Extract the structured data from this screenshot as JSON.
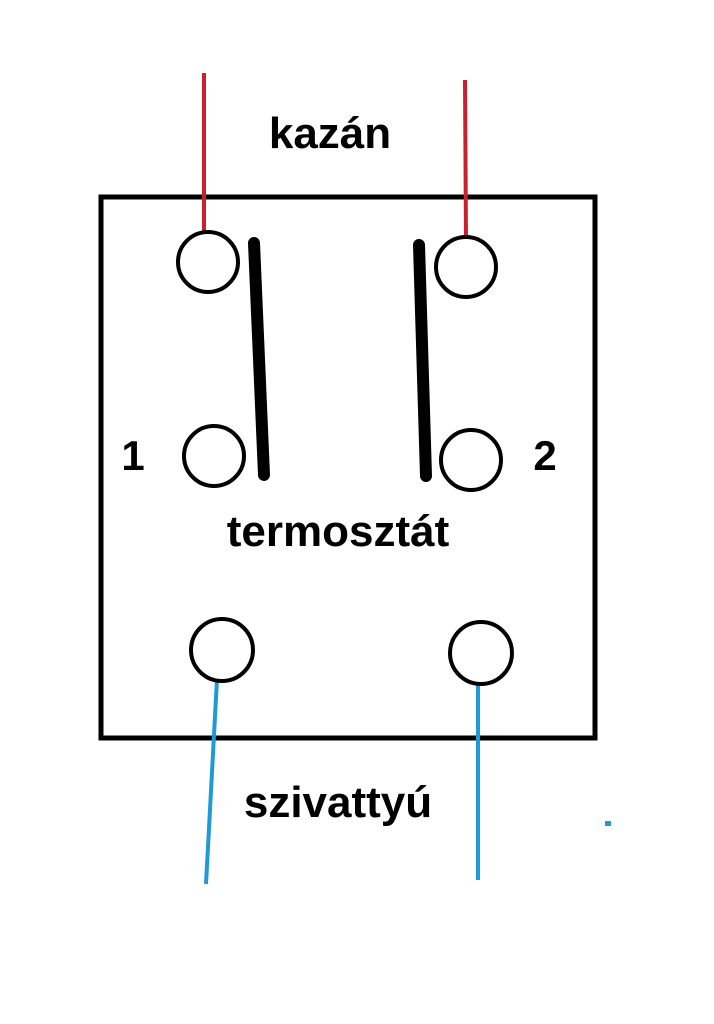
{
  "labels": {
    "boiler": "kazán",
    "thermostat": "termosztát",
    "pump": "szivattyú",
    "terminal_1": "1",
    "terminal_2": "2"
  },
  "colors": {
    "boiler_wire": "#c8212b",
    "pump_wire": "#1f9ad6",
    "outline": "#000000",
    "background": "#ffffff"
  }
}
